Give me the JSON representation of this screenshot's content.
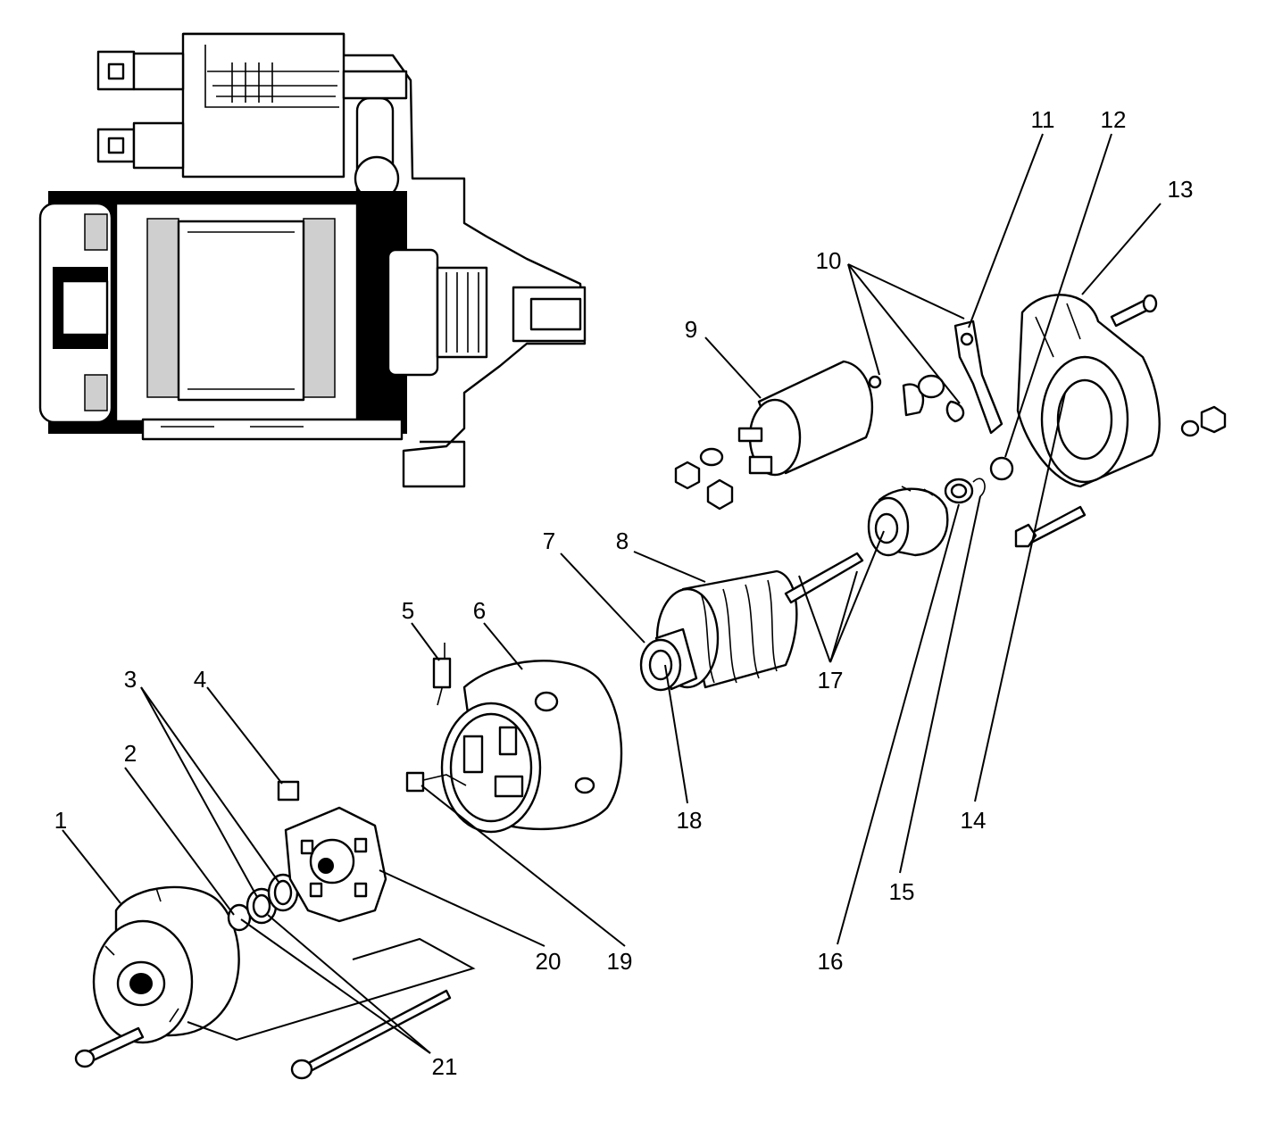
{
  "colors": {
    "ink": "#000000",
    "paper": "#ffffff"
  },
  "diagram": {
    "labels": [
      {
        "id": "1",
        "text": "1"
      },
      {
        "id": "2",
        "text": "2"
      },
      {
        "id": "3",
        "text": "3"
      },
      {
        "id": "4",
        "text": "4"
      },
      {
        "id": "5",
        "text": "5"
      },
      {
        "id": "6",
        "text": "6"
      },
      {
        "id": "7",
        "text": "7"
      },
      {
        "id": "8",
        "text": "8"
      },
      {
        "id": "9",
        "text": "9"
      },
      {
        "id": "10",
        "text": "10"
      },
      {
        "id": "11",
        "text": "11"
      },
      {
        "id": "12",
        "text": "12"
      },
      {
        "id": "13",
        "text": "13"
      },
      {
        "id": "14",
        "text": "14"
      },
      {
        "id": "15",
        "text": "15"
      },
      {
        "id": "16",
        "text": "16"
      },
      {
        "id": "17",
        "text": "17"
      },
      {
        "id": "18",
        "text": "18"
      },
      {
        "id": "19",
        "text": "19"
      },
      {
        "id": "20",
        "text": "20"
      },
      {
        "id": "21",
        "text": "21"
      }
    ]
  }
}
